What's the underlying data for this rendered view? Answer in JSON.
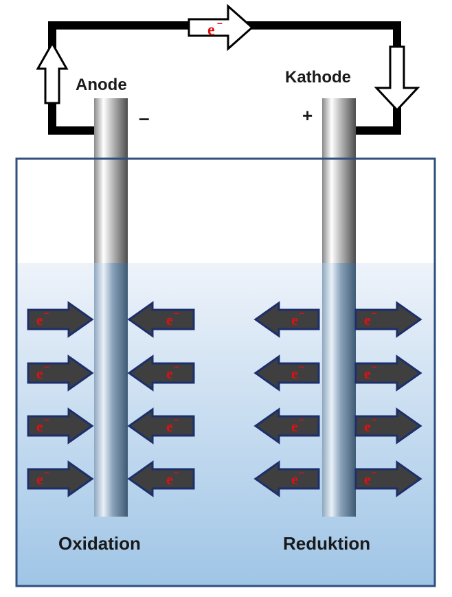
{
  "diagram": {
    "anode_label": "Anode",
    "cathode_label": "Kathode",
    "anode_sign": "–",
    "cathode_sign": "+",
    "left_process": "Oxidation",
    "right_process": "Reduktion",
    "electron_symbol": "e",
    "electron_charge": "–",
    "colors": {
      "wire": "#000000",
      "electron_text": "#e01010",
      "arrow_fill": "#3f3f3f",
      "arrow_stroke": "#1c2f6b",
      "beaker_border": "#2f4f7f",
      "solution_top": "#e6eef8",
      "solution_bottom": "#9fc5e6"
    }
  }
}
